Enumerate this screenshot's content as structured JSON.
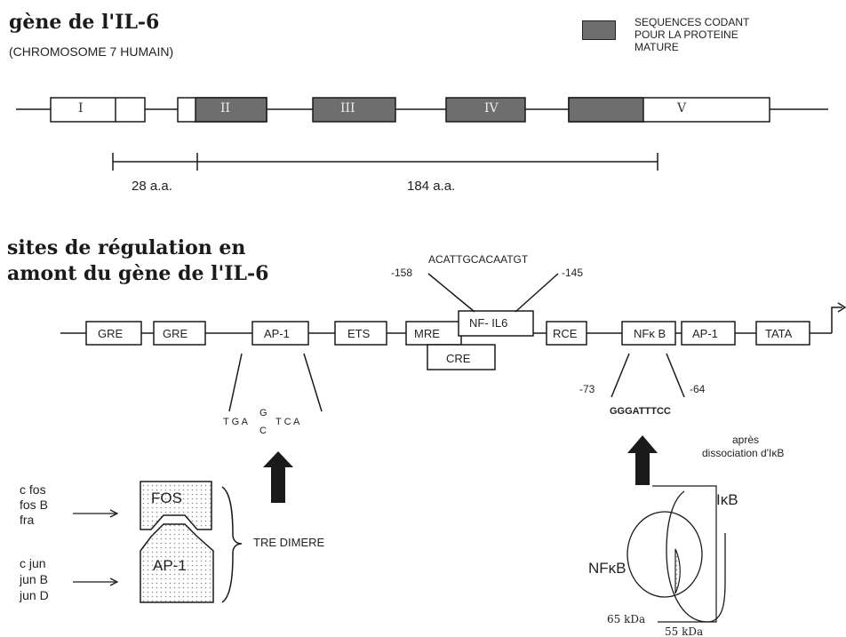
{
  "top": {
    "title": "gène de l'IL-6",
    "subtitle": "(CHROMOSOME 7 HUMAIN)",
    "legend": [
      "SEQUENCES CODANT",
      "POUR LA PROTEINE",
      "MATURE"
    ],
    "exons": [
      "I",
      "II",
      "III",
      "IV",
      "V"
    ],
    "scale_left": "28 a.a.",
    "scale_right": "184 a.a."
  },
  "bottom": {
    "title_line1": "sites de régulation en",
    "title_line2": "amont du gène de l'IL-6",
    "sites": {
      "gre1": "GRE",
      "gre2": "GRE",
      "ap1a": "AP-1",
      "ets": "ETS",
      "mre": "MRE",
      "nfil6": "NF- IL6",
      "cre": "CRE",
      "rce": "RCE",
      "nfkb": "NFκ B",
      "ap1b": "AP-1",
      "tata": "TATA"
    },
    "nfil6_seq": "ACATTGCACAATGT",
    "nfil6_left": "-158",
    "nfil6_right": "-145",
    "tre_seq_left": "T G A",
    "tre_seq_top": "G",
    "tre_seq_bottom": "C",
    "tre_seq_right": "T C A",
    "kb_left": "-73",
    "kb_right": "-64",
    "kb_seq": "GGGATTTCC",
    "apres": "après",
    "dissociation": "dissociation  d'IκB",
    "fos_genes": [
      "c fos",
      "fos B",
      "fra"
    ],
    "jun_genes": [
      "c jun",
      "jun B",
      "jun D"
    ],
    "fos_label": "FOS",
    "ap1_label": "AP-1",
    "tre": "TRE DIMERE",
    "ikb": "IκB",
    "nfkb_label": "NFκB",
    "kda65": "65 kDa",
    "kda55": "55 kDa"
  },
  "colors": {
    "ink": "#1a1a1a",
    "shade": "#6e6e6e",
    "dots": "#9a9a9a"
  }
}
